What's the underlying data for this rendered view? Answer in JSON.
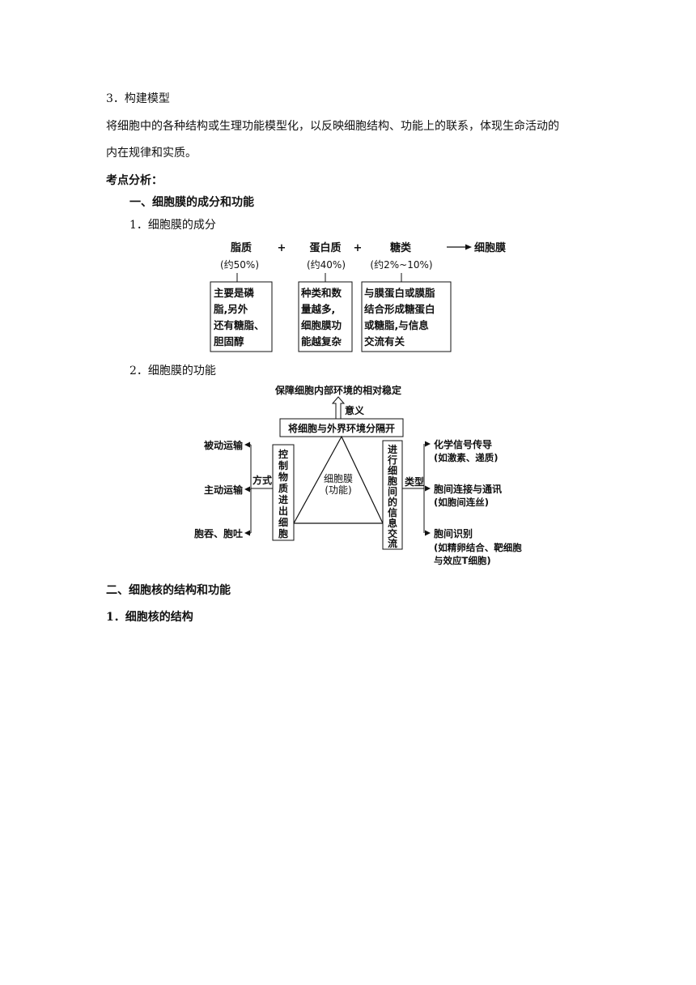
{
  "section3_heading": "3．构建模型",
  "paragraph_line1": "将细胞中的各种结构或生理功能模型化，以反映细胞结构、功能上的联系，体现生命活动的",
  "paragraph_line2": "内在规律和实质。",
  "analysis_heading": "考点分析：",
  "part1_heading": "一、细胞膜的成分和功能",
  "sub1_heading": "1．细胞膜的成分",
  "sub2_heading": "2．细胞膜的功能",
  "part2_heading": "二、细胞核的结构和功能",
  "part2_sub1": "1．细胞核的结构",
  "composition": {
    "lipid": "脂质",
    "plus1": "+",
    "protein": "蛋白质",
    "plus2": "+",
    "sugar": "糖类",
    "result": "细胞膜",
    "lipid_pct": "(约50%)",
    "protein_pct": "(约40%)",
    "sugar_pct": "(约2%~10%)",
    "lipid_note": [
      "主要是磷",
      "脂,另外",
      "还有糖脂、",
      "胆固醇"
    ],
    "protein_note": [
      "种类和数",
      "量越多,",
      "细胞膜功",
      "能越复杂"
    ],
    "sugar_note": [
      "与膜蛋白或膜脂",
      "结合形成糖蛋白",
      "或糖脂,与信息",
      "交流有关"
    ]
  },
  "function": {
    "top_label": "保障细胞内部环境的相对稳定",
    "meaning_label": "意义",
    "separate_box": "将细胞与外界环境分隔开",
    "center_line1": "细胞膜",
    "center_line2": "(功能)",
    "left_box": [
      "控",
      "制",
      "物",
      "质",
      "进",
      "出",
      "细",
      "胞"
    ],
    "right_box": [
      "进",
      "行",
      "细",
      "胞",
      "间",
      "的",
      "信",
      "息",
      "交",
      "流"
    ],
    "method_label": "方式",
    "type_label": "类型",
    "left_items": [
      "被动运输",
      "主动运输",
      "胞吞、胞吐"
    ],
    "right_items": [
      {
        "title": "化学信号传导",
        "notes": [
          "(如激素、递质)"
        ]
      },
      {
        "title": "胞间连接与通讯",
        "notes": [
          "(如胞间连丝)"
        ]
      },
      {
        "title": "胞间识别",
        "notes": [
          "(如精卵结合、靶细胞",
          "与效应T细胞)"
        ]
      }
    ]
  }
}
